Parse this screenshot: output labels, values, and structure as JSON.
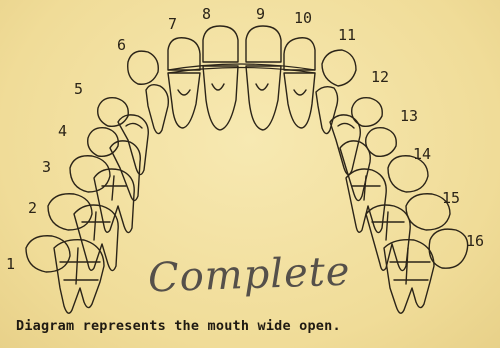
{
  "diagram": {
    "tooth_numbers": [
      "1",
      "2",
      "3",
      "4",
      "5",
      "6",
      "7",
      "8",
      "9",
      "10",
      "11",
      "12",
      "13",
      "14",
      "15",
      "16"
    ],
    "handwritten_note": "Complete",
    "caption": "Diagram represents the mouth wide open."
  }
}
